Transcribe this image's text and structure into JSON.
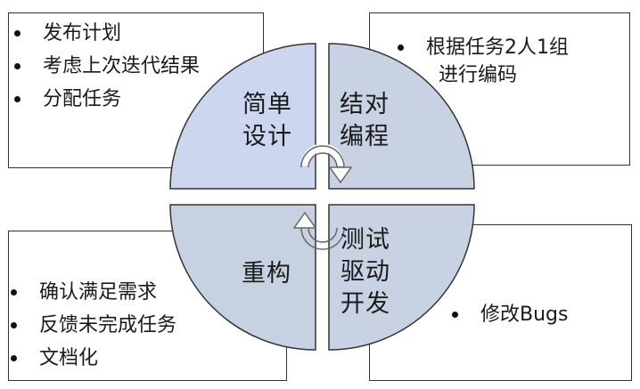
{
  "quadrants": {
    "top_left": {
      "lines": [
        "简单",
        "设计"
      ],
      "fill": "#ccd6ee"
    },
    "top_right": {
      "lines": [
        "结对",
        "编程"
      ],
      "fill": "#c8d2e2"
    },
    "bottom_left": {
      "lines": [
        "重构"
      ],
      "fill": "#c6d1e2"
    },
    "bottom_right": {
      "lines": [
        "测试",
        "驱动",
        "开发"
      ],
      "fill": "#c8d2e2"
    }
  },
  "boxes": {
    "top_left": {
      "items": [
        "发布计划",
        "考虑上次迭代结果",
        "分配任务"
      ]
    },
    "top_right": {
      "items": [
        "根据任务2人1组"
      ],
      "continuation": "进行编码"
    },
    "bottom_left": {
      "items": [
        "确认满足需求",
        "反馈未完成任务",
        "文档化"
      ]
    },
    "bottom_right": {
      "items": [
        "修改Bugs"
      ]
    }
  },
  "colors": {
    "outline": "#333333",
    "center_arrow": "#666666"
  },
  "icons": {
    "center": "cycle-arrows-icon"
  }
}
